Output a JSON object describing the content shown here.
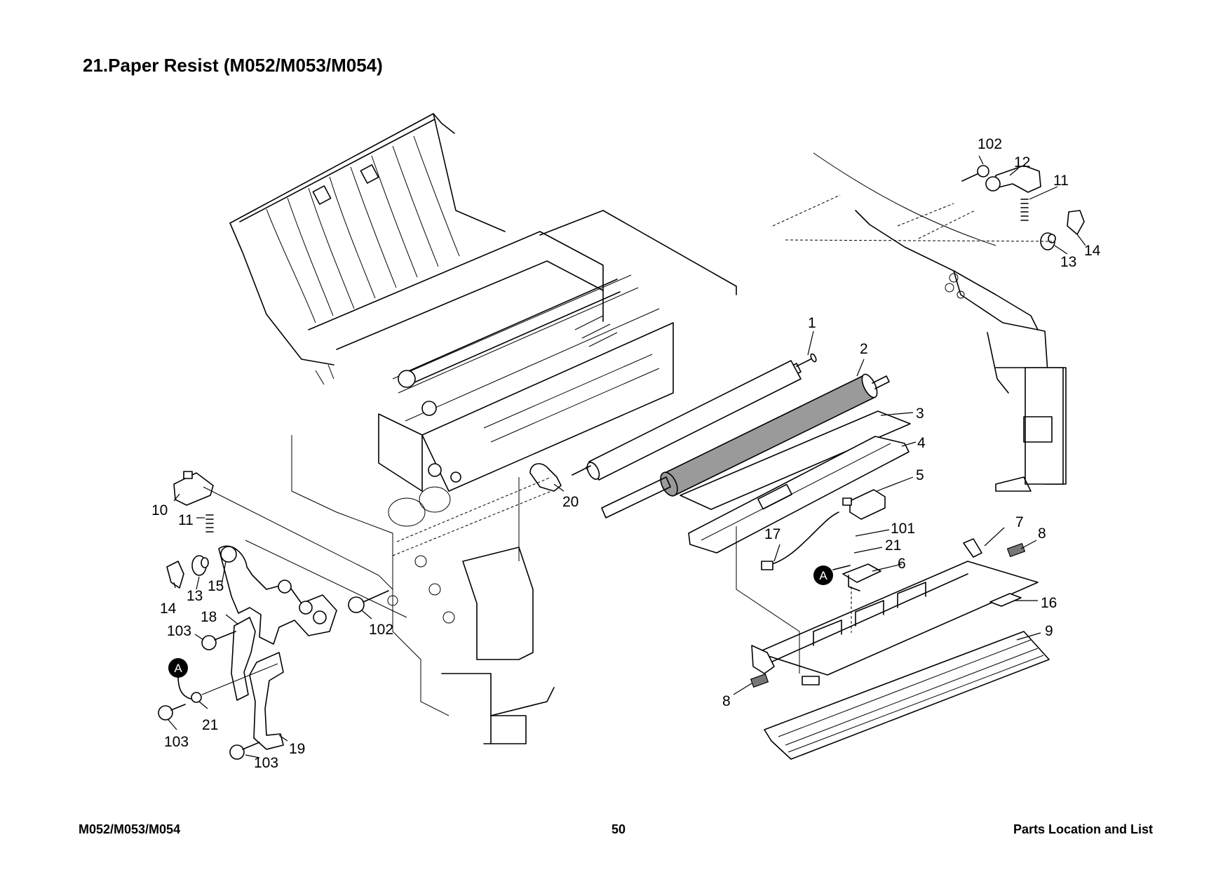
{
  "page": {
    "title": "21.Paper Resist (M052/M053/M054)"
  },
  "diagram": {
    "callouts": [
      "1",
      "2",
      "3",
      "4",
      "5",
      "6",
      "7",
      "8",
      "8",
      "9",
      "10",
      "11",
      "11",
      "12",
      "13",
      "13",
      "14",
      "14",
      "15",
      "16",
      "17",
      "18",
      "19",
      "20",
      "21",
      "21",
      "101",
      "102",
      "102",
      "103",
      "103",
      "103"
    ],
    "connection_markers": [
      "A",
      "A"
    ]
  },
  "footer": {
    "model": "M052/M053/M054",
    "page_number": "50",
    "section": "Parts Location and List"
  }
}
